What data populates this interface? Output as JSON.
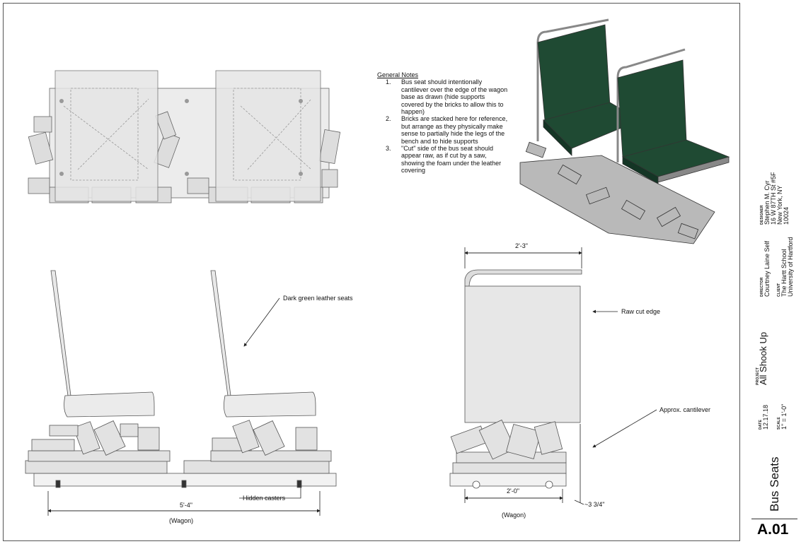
{
  "notes": {
    "heading": "General Notes",
    "items": [
      {
        "num": "1.",
        "text": "Bus seat should intentionally cantilever over the edge of the wagon base as drawn (hide supports covered by the bricks to allow this to happen)"
      },
      {
        "num": "2.",
        "text": "Bricks are stacked here for reference, but arrange as they physically make sense to partially hide the legs of the bench and to hide supports"
      },
      {
        "num": "3.",
        "text": "\"Cut\" side of the bus seat should appear raw, as if cut by a saw, showing the foam under the leather covering"
      }
    ]
  },
  "annotations": {
    "seats": "Dark green leather seats",
    "casters": "Hidden casters",
    "side_dim": "5'-4\"",
    "side_wagon": "(Wagon)",
    "raw_edge": "Raw cut edge",
    "cantilever": "Approx. cantilever",
    "end_width": "2'-3\"",
    "end_wagon_dim": "2'-0\"",
    "end_wagon": "(Wagon)",
    "overhang": "~3 3/4\""
  },
  "title_block": {
    "designer_label": "DESIGNER",
    "designer": [
      "Stephen M. Cyr",
      "16 W 87TH St #5F",
      "New York, NY",
      "10024"
    ],
    "director_label": "DIRECTOR",
    "director": "Courtney Laine Self",
    "client_label": "CLIENT",
    "client": [
      "The Hartt School",
      "University of Hartford"
    ],
    "project_label": "PROJECT",
    "project": "All Shook Up",
    "date_label": "DATE",
    "date": "12.17.18",
    "scale_label": "SCALE",
    "scale": "1\" = 1'-0\"",
    "sheet_title": "Bus Seats",
    "sheet_number": "A.01"
  },
  "colors": {
    "seat_green": "#1f4a33",
    "line": "#555555",
    "brick": "#d6d6d6"
  }
}
